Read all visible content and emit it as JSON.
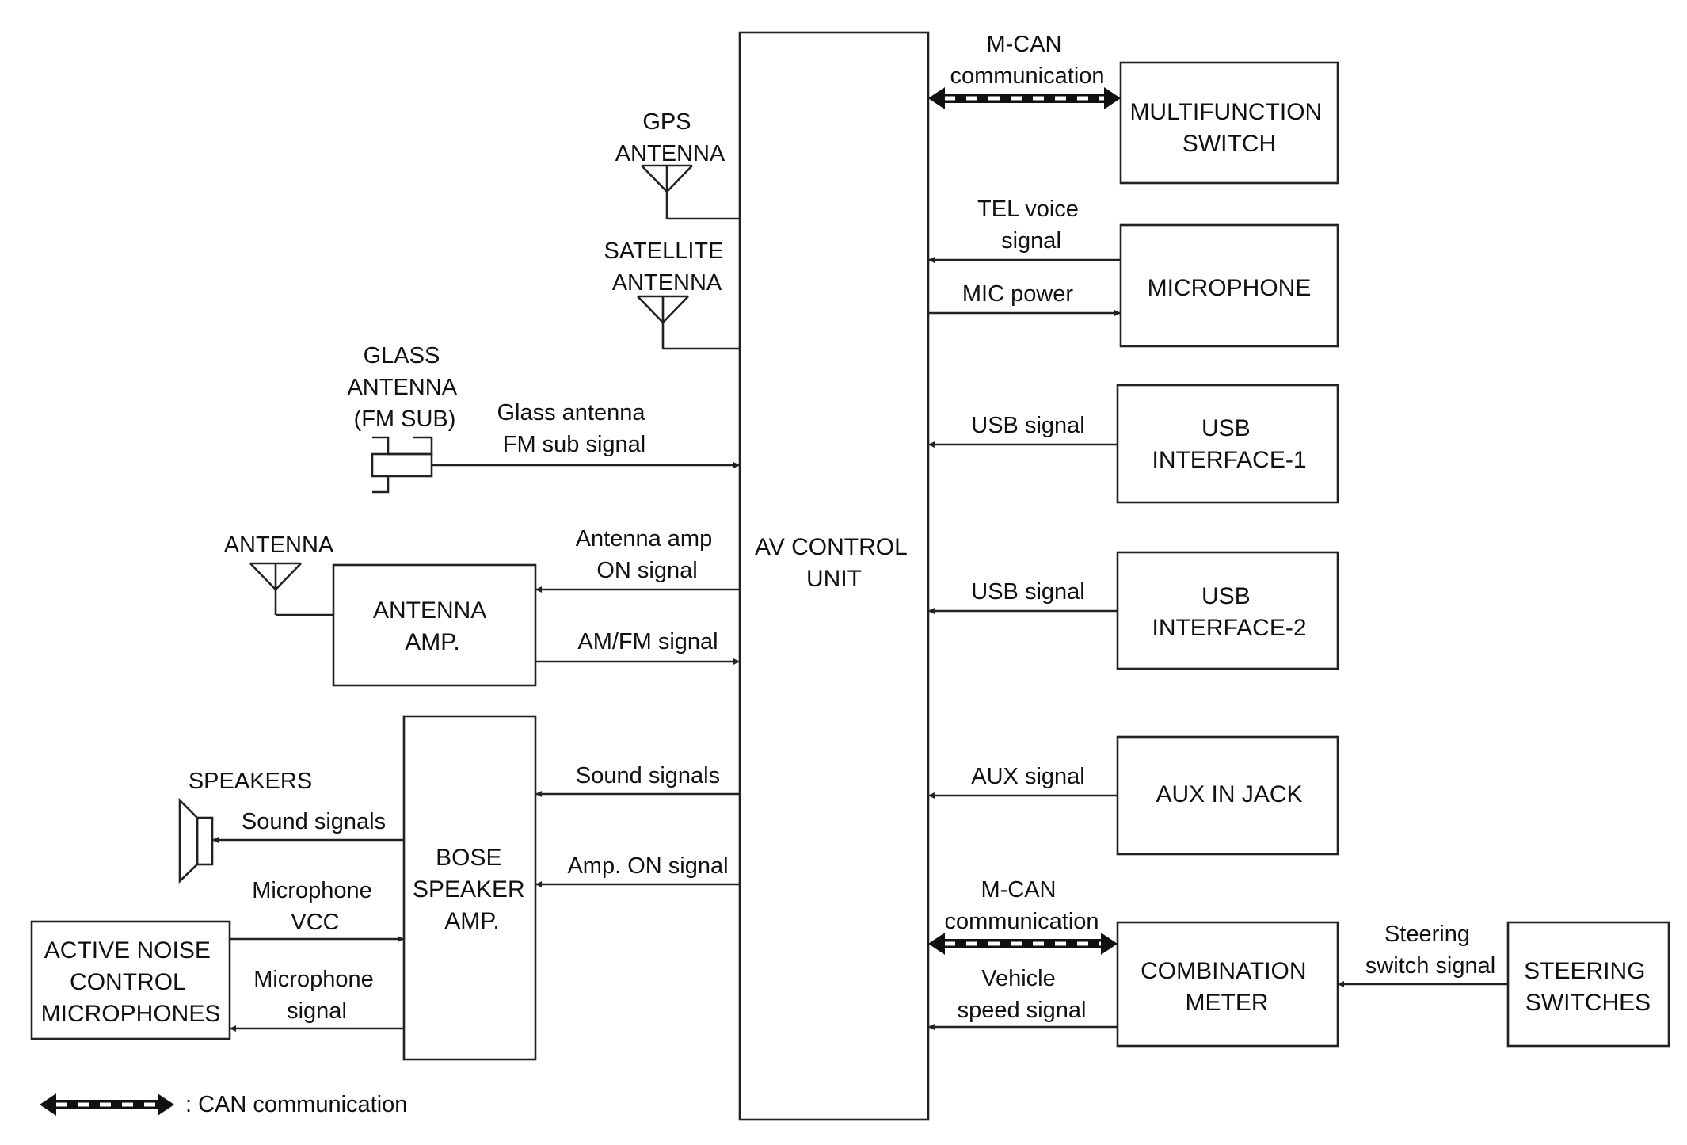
{
  "blocks": {
    "av_control": [
      "AV CONTROL",
      "UNIT"
    ],
    "multifunction": [
      "MULTIFUNCTION",
      "SWITCH"
    ],
    "microphone": [
      "MICROPHONE"
    ],
    "usb1": [
      "USB",
      "INTERFACE-1"
    ],
    "usb2": [
      "USB",
      "INTERFACE-2"
    ],
    "aux": [
      "AUX IN JACK"
    ],
    "combination": [
      "COMBINATION",
      "METER"
    ],
    "steering": [
      "STEERING",
      "SWITCHES"
    ],
    "antenna_amp": [
      "ANTENNA",
      "AMP."
    ],
    "bose": [
      "BOSE",
      "SPEAKER",
      "AMP."
    ],
    "anc": [
      "ACTIVE NOISE",
      "CONTROL",
      "MICROPHONES"
    ]
  },
  "components": {
    "gps_antenna": [
      "GPS",
      "ANTENNA"
    ],
    "satellite_antenna": [
      "SATELLITE",
      "ANTENNA"
    ],
    "glass_antenna": [
      "GLASS",
      "ANTENNA",
      "(FM SUB)"
    ],
    "antenna": [
      "ANTENNA"
    ],
    "speakers": [
      "SPEAKERS"
    ]
  },
  "signals": {
    "mcan_top": [
      "M-CAN",
      "communication"
    ],
    "tel_voice": [
      "TEL voice",
      "signal"
    ],
    "mic_power": [
      "MIC power"
    ],
    "usb1": [
      "USB signal"
    ],
    "usb2": [
      "USB signal"
    ],
    "aux": [
      "AUX signal"
    ],
    "mcan_bottom": [
      "M-CAN",
      "communication"
    ],
    "vehicle_speed": [
      "Vehicle",
      "speed signal"
    ],
    "steering_switch": [
      "Steering",
      "switch signal"
    ],
    "glass_fm": [
      "Glass antenna",
      "FM sub signal"
    ],
    "antenna_amp_on": [
      "Antenna amp",
      "ON signal"
    ],
    "am_fm": [
      "AM/FM signal"
    ],
    "sound_to_bose": [
      "Sound signals"
    ],
    "amp_on": [
      "Amp. ON signal"
    ],
    "sound_to_speakers": [
      "Sound signals"
    ],
    "mic_vcc": [
      "Microphone",
      "VCC"
    ],
    "mic_signal": [
      "Microphone",
      "signal"
    ]
  },
  "legend": {
    "label": ": CAN communication"
  }
}
